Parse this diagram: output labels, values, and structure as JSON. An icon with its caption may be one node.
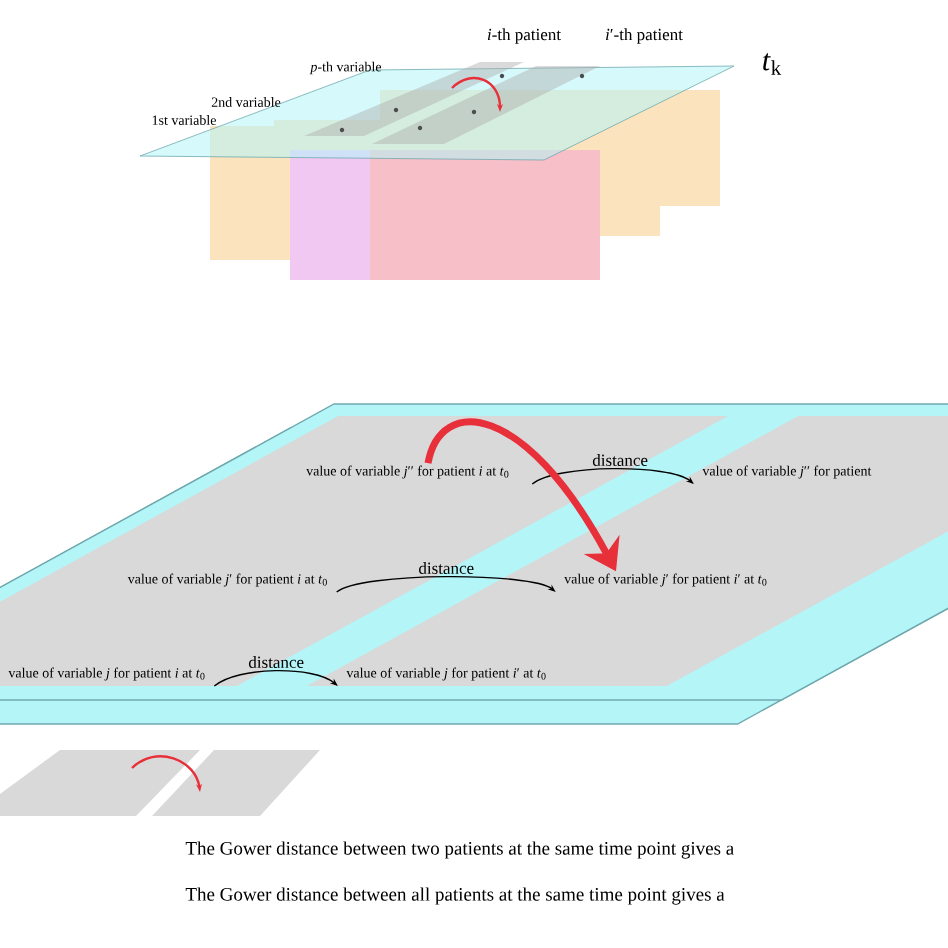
{
  "diagram": {
    "nodes": [
      {
        "text": [
          "value of variable *j*′′ for patient *i* at *t*$_{0}$"
        ]
      },
      {
        "text": [
          "value of variable *j*′′ for patient"
        ]
      },
      {
        "text": [
          "value of variable *j*′ for patient *i* at *t*$_{0}$"
        ]
      },
      {
        "text": [
          "value of variable *j*′ for patient *i*′ at *t*$_{0}$"
        ]
      },
      {
        "text": [
          "value of variable *j* for patient *i* at *t*$_{0}$"
        ]
      },
      {
        "text": [
          "value of variable *j* for patient *i*′ at *t*$_{0}$"
        ]
      }
    ],
    "edges": [
      {
        "from": 0,
        "to": 1,
        "arrow": "to",
        "label": "distance"
      },
      {
        "from": 2,
        "to": 3,
        "arrow": "to",
        "label": "distance"
      },
      {
        "from": 4,
        "to": 5,
        "arrow": "to",
        "label": "distance"
      },
      {
        "from": 0,
        "to": 3,
        "arrow": "to",
        "style": "thick",
        "color": "#e8303a"
      }
    ],
    "labels": [
      "*p*-th variable",
      "2nd variable",
      "1st variable",
      "*i*-th patient",
      "*i*′-th patient",
      "*t*$_{k}$",
      "The Gower distance between two patients at the same time point gives a",
      "The Gower distance between all patients at the same time point gives a"
    ]
  }
}
